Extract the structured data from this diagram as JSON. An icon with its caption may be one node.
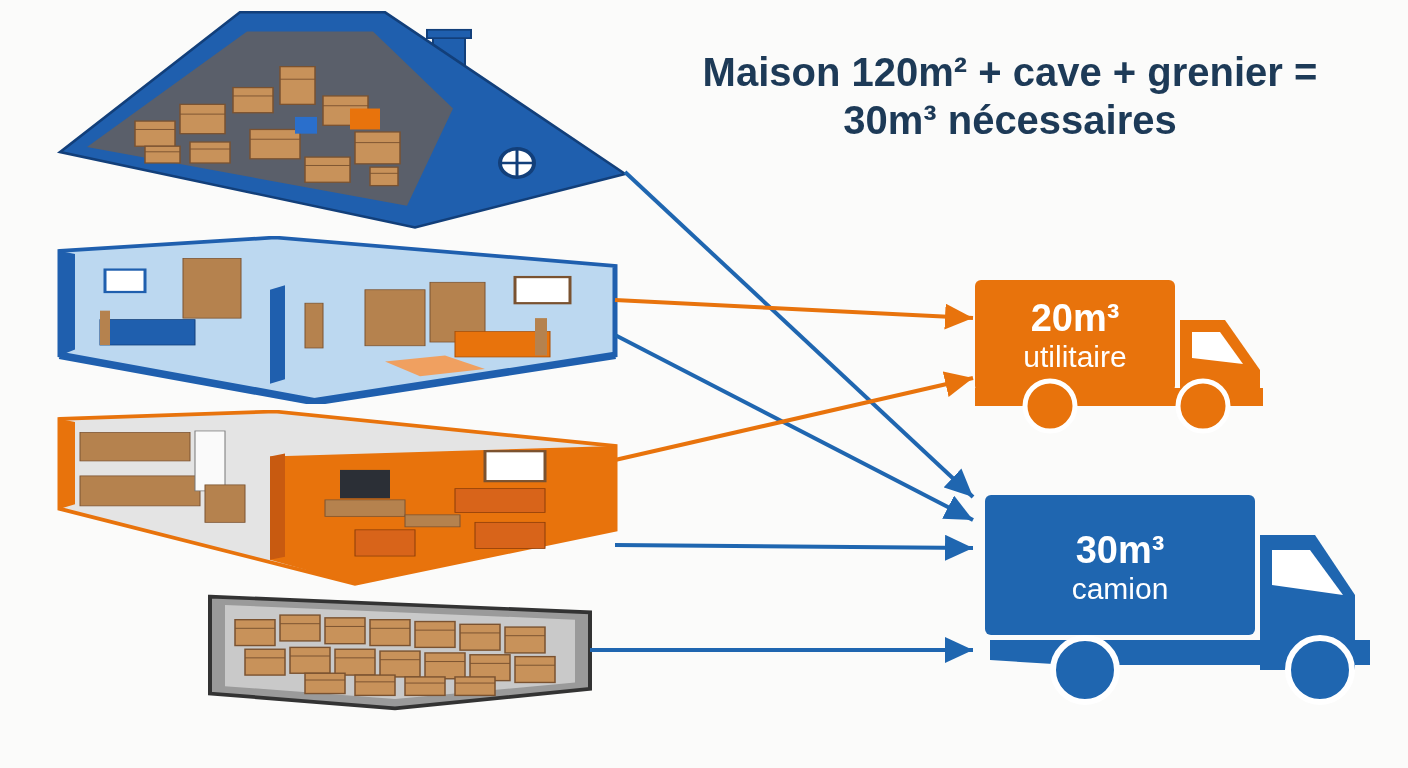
{
  "diagram": {
    "title": "Maison 120m² + cave + grenier = 30m³ nécessaires",
    "nodes": [
      {
        "text": [],
        "shape": "picture"
      },
      {
        "text": [],
        "shape": "picture"
      },
      {
        "text": [],
        "shape": "picture"
      },
      {
        "text": [],
        "shape": "picture"
      },
      {
        "text": [
          "20m³",
          "utilitaire"
        ]
      },
      {
        "text": [
          "30m³",
          "camion"
        ]
      }
    ],
    "edges": [
      {
        "from": 0,
        "to": 5,
        "arrow": "to"
      },
      {
        "from": 1,
        "to": 4,
        "arrow": "to",
        "color": "#e8730c"
      },
      {
        "from": 1,
        "to": 5,
        "arrow": "to"
      },
      {
        "from": 2,
        "to": 4,
        "arrow": "to",
        "color": "#e8730c"
      },
      {
        "from": 2,
        "to": 5,
        "arrow": "to"
      },
      {
        "from": 3,
        "to": 5,
        "arrow": "to"
      }
    ]
  }
}
